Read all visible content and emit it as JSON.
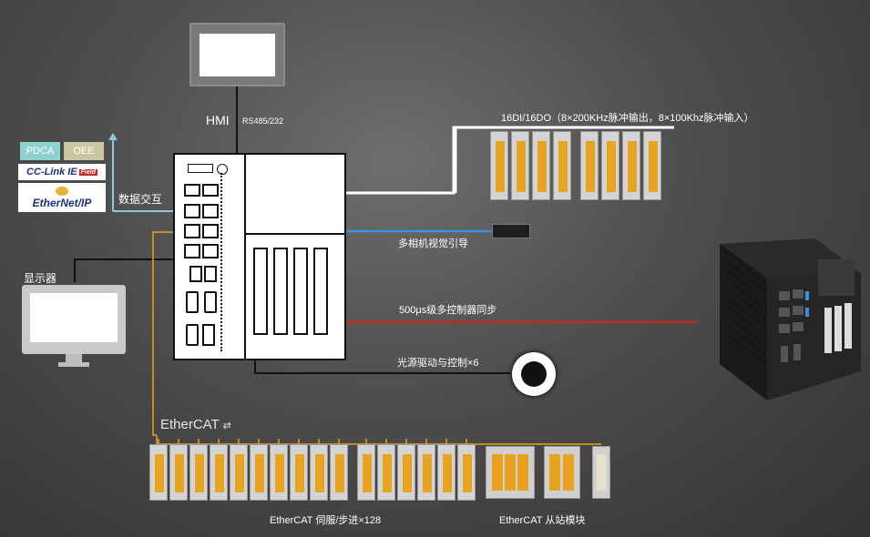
{
  "labels": {
    "hmi": "HMI",
    "rs485": "RS485/232",
    "data_exchange": "数据交互",
    "monitor": "显示器",
    "dio": "16DI/16DO（8×200KHz脉冲输出，8×100Khz脉冲输入）",
    "vision": "多相机视觉引导",
    "sync": "500μs级多控制器同步",
    "light": "光源驱动与控制×6",
    "ethercat_logo": "EtherCAT",
    "servo": "EtherCAT 伺服/步进×128",
    "slave": "EtherCAT 从站模块"
  },
  "protocols": {
    "pdca": "PDCA",
    "oee": "OEE",
    "cclink": "CC-Link",
    "cclink_ie": "IE",
    "cclink_field": "Field",
    "ethernetip": "EtherNet/IP"
  },
  "colors": {
    "ethercat_line": "#e8a321",
    "vision_line": "#3f8fd8",
    "sync_line": "#c8281e",
    "module_orange": "#e8a321",
    "pdca_bg": "#8fd0d0",
    "oee_bg": "#c9c7a2"
  }
}
